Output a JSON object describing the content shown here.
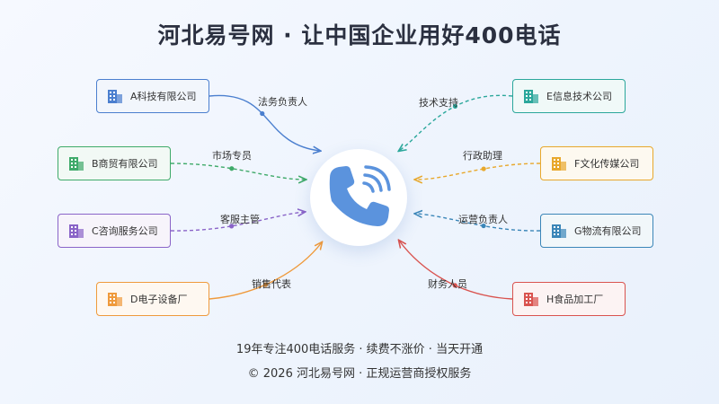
{
  "title": "河北易号网 · 让中国企业用好400电话",
  "companies": [
    {
      "name": "A科技有限公司",
      "role": "法务负责人",
      "color": "#4b7fcf",
      "icon": "building-icon"
    },
    {
      "name": "B商贸有限公司",
      "role": "市场专员",
      "color": "#3faa6a",
      "icon": "building-icon"
    },
    {
      "name": "C咨询服务公司",
      "role": "客服主管",
      "color": "#8a64c8",
      "icon": "building-icon"
    },
    {
      "name": "D电子设备厂",
      "role": "销售代表",
      "color": "#ef9a3c",
      "icon": "building-icon"
    },
    {
      "name": "E信息技术公司",
      "role": "技术支持",
      "color": "#2ba79b",
      "icon": "building-icon"
    },
    {
      "name": "F文化传媒公司",
      "role": "行政助理",
      "color": "#e8a82c",
      "icon": "building-icon"
    },
    {
      "name": "G物流有限公司",
      "role": "运营负责人",
      "color": "#3b86b8",
      "icon": "building-icon"
    },
    {
      "name": "H食品加工厂",
      "role": "财务人员",
      "color": "#d9534f",
      "icon": "building-icon"
    }
  ],
  "hub": {
    "icon": "phone-icon",
    "color": "#5b93dd"
  },
  "footer": {
    "tagline": "19年专注400电话服务 · 续费不涨价 · 当天开通",
    "copyright": "© 2026 河北易号网 · 正规运营商授权服务"
  }
}
